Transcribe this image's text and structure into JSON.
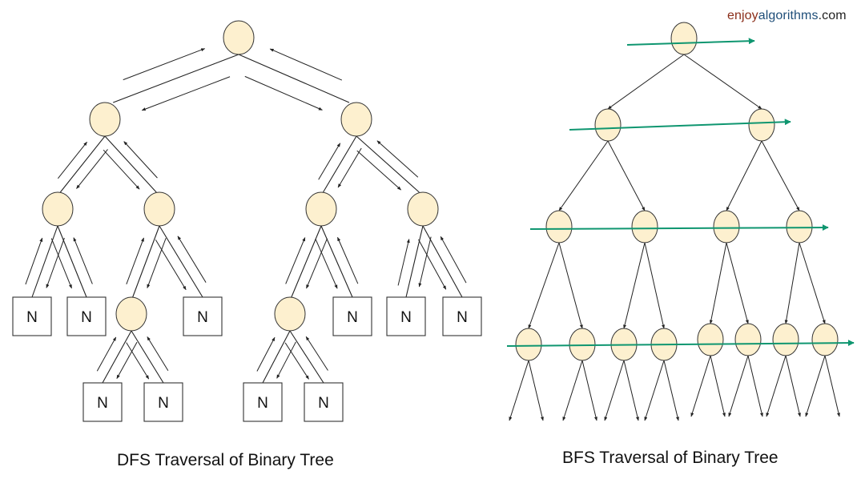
{
  "brand": {
    "part1": "enjoy",
    "part2": "algorithms",
    "part3": ".com"
  },
  "colors": {
    "node_fill": "#fdf0cf",
    "node_stroke": "#333333",
    "edge": "#222222",
    "bfs_level_arrow": "#0f9670",
    "brand_part1": "#8b2e1a",
    "brand_part2": "#1f4e79"
  },
  "dfs": {
    "caption": "DFS Traversal of Binary Tree",
    "null_label": "N",
    "tree": {
      "children": [
        {
          "children": [
            {
              "children": [
                null,
                null
              ]
            },
            {
              "children": [
                {
                  "children": [
                    null,
                    null
                  ]
                },
                null
              ]
            }
          ]
        },
        {
          "children": [
            {
              "children": [
                {
                  "children": [
                    null,
                    null
                  ]
                },
                null
              ]
            },
            {
              "children": [
                null,
                null
              ]
            }
          ]
        }
      ]
    }
  },
  "bfs": {
    "caption": "BFS Traversal of Binary Tree",
    "levels": [
      1,
      2,
      4,
      8
    ],
    "level_arrow_count": 4
  }
}
